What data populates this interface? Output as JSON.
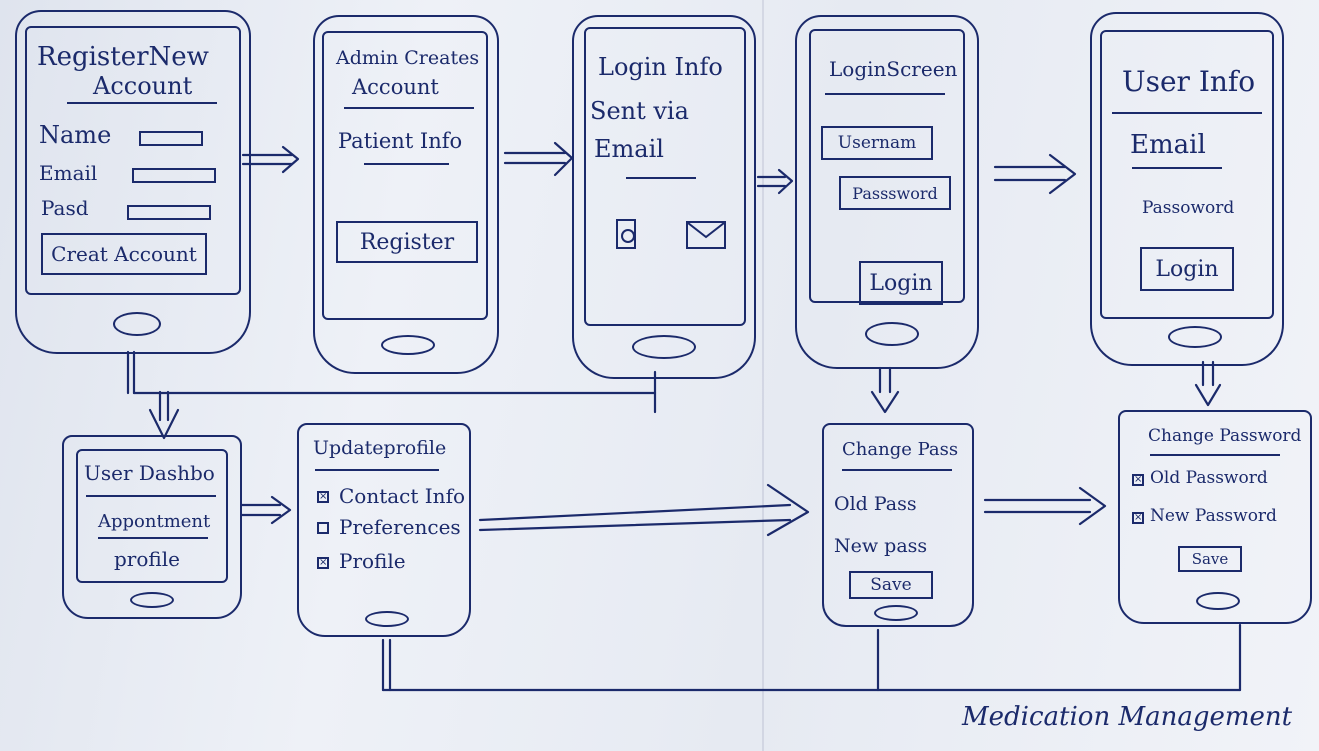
{
  "screens": {
    "register": {
      "title_line1": "RegisterNew",
      "title_line2": "Account",
      "field_name": "Name",
      "field_email": "Email",
      "field_pass": "Pasd",
      "button": "Creat Account"
    },
    "admin": {
      "title_line1": "Admin Creates",
      "title_line2": "Account",
      "subtitle": "Patient Info",
      "button": "Register"
    },
    "login_info": {
      "title": "Login Info",
      "line1": "Sent via",
      "line2": "Email",
      "icon_left": "phone-icon",
      "icon_right": "mail-icon"
    },
    "login": {
      "title": "LoginScreen",
      "username": "Usernam",
      "password": "Passsword",
      "button": "Login"
    },
    "user_info": {
      "title": "User Info",
      "email": "Email",
      "password": "Passoword",
      "button": "Login"
    },
    "dashboard": {
      "title": "User Dashbo",
      "item1": "Appontment",
      "item2": "profile"
    },
    "update_profile": {
      "title": "Updateprofile",
      "options": [
        {
          "label": "Contact Info",
          "checked": true
        },
        {
          "label": "Preferences",
          "checked": false
        },
        {
          "label": "Profile",
          "checked": true
        }
      ]
    },
    "change_pass": {
      "title": "Change Pass",
      "old": "Old Pass",
      "new": "New pass",
      "button": "Save"
    },
    "change_password": {
      "title": "Change Password",
      "options": [
        {
          "label": "Old Password",
          "checked": true
        },
        {
          "label": "New Password",
          "checked": true
        }
      ],
      "button": "Save"
    }
  },
  "footer_label": "Medication Management",
  "ink_color": "#1b2a6b"
}
